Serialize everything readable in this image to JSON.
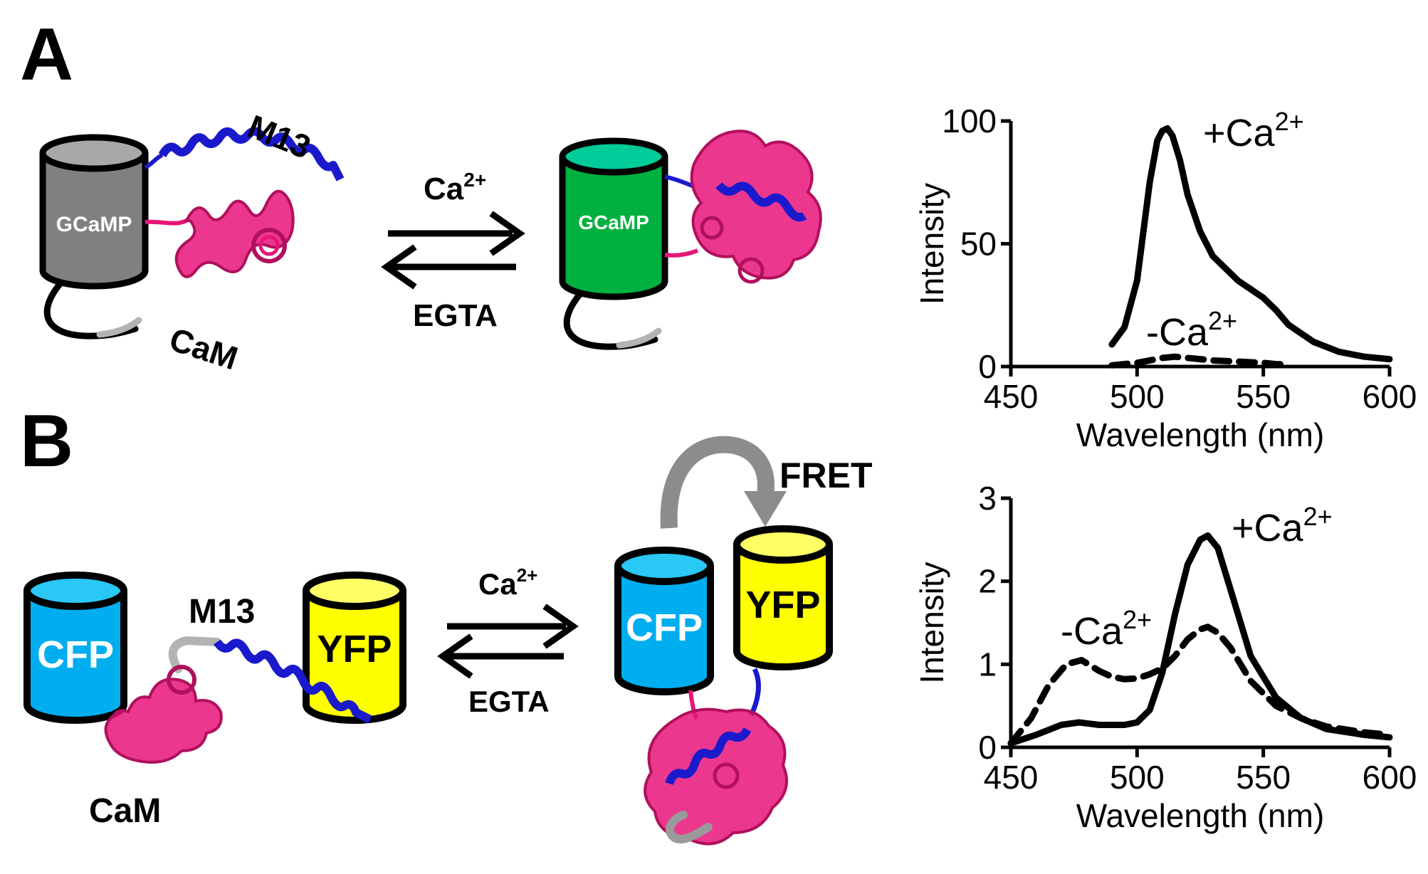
{
  "panels": {
    "A": {
      "letter": "A",
      "sensor_label": "GCaMP",
      "m13_label": "M13",
      "cam_label": "CaM",
      "forward_ion": "Ca",
      "forward_sup": "2+",
      "reverse_label": "EGTA"
    },
    "B": {
      "letter": "B",
      "donor_label": "CFP",
      "acceptor_label": "YFP",
      "m13_label": "M13",
      "cam_label": "CaM",
      "forward_ion": "Ca",
      "forward_sup": "2+",
      "reverse_label": "EGTA",
      "fret_label": "FRET"
    }
  },
  "colors": {
    "black": "#000000",
    "grey_barrel": "#808080",
    "grey_top": "#a8a8a8",
    "green_barrel": "#00b140",
    "green_top": "#00cc99",
    "cyan_barrel": "#00aeef",
    "cyan_top": "#29c8f5",
    "yellow_barrel": "#ffff00",
    "yellow_top": "#ffff66",
    "cam_pink": "#e8157a",
    "m13_blue": "#1a1acc",
    "linker_grey": "#b3b3b3",
    "fret_arrow": "#8c8c8c"
  },
  "chart_data": [
    {
      "type": "line",
      "xlabel": "Wavelength (nm)",
      "ylabel": "Intensity",
      "xlim": [
        450,
        600
      ],
      "ylim": [
        0,
        100
      ],
      "xticks": [
        450,
        500,
        550,
        600
      ],
      "yticks": [
        0,
        50,
        100
      ],
      "grid": false,
      "series": [
        {
          "name": "+Ca",
          "name_sup": "2+",
          "style": "solid",
          "x": [
            490,
            495,
            500,
            505,
            508,
            510,
            512,
            514,
            517,
            520,
            525,
            530,
            540,
            550,
            555,
            560,
            570,
            580,
            590,
            600
          ],
          "y": [
            9,
            16,
            35,
            75,
            92,
            96,
            97,
            94,
            84,
            70,
            55,
            45,
            35,
            28,
            23,
            17,
            10,
            6,
            4,
            3
          ]
        },
        {
          "name": "-Ca",
          "name_sup": "2+",
          "style": "dashed",
          "x": [
            490,
            500,
            505,
            510,
            515,
            520,
            525,
            530,
            540,
            550,
            555,
            560
          ],
          "y": [
            0.5,
            1.5,
            2.5,
            3.5,
            4,
            3.5,
            3,
            2.5,
            2,
            1.5,
            1,
            0.8
          ]
        }
      ]
    },
    {
      "type": "line",
      "xlabel": "Wavelength (nm)",
      "ylabel": "Intensity",
      "xlim": [
        450,
        600
      ],
      "ylim": [
        0,
        3
      ],
      "xticks": [
        450,
        500,
        550,
        600
      ],
      "yticks": [
        0,
        1,
        2,
        3
      ],
      "grid": false,
      "series": [
        {
          "name": "+Ca",
          "name_sup": "2+",
          "style": "solid",
          "x": [
            450,
            460,
            470,
            477,
            485,
            495,
            500,
            505,
            510,
            515,
            520,
            525,
            528,
            532,
            537,
            545,
            555,
            565,
            575,
            590,
            600
          ],
          "y": [
            0.05,
            0.15,
            0.27,
            0.3,
            0.27,
            0.27,
            0.3,
            0.45,
            0.9,
            1.6,
            2.2,
            2.5,
            2.55,
            2.4,
            1.9,
            1.1,
            0.6,
            0.35,
            0.22,
            0.15,
            0.12
          ]
        },
        {
          "name": "-Ca",
          "name_sup": "2+",
          "style": "dashed",
          "x": [
            450,
            458,
            465,
            472,
            478,
            485,
            490,
            495,
            500,
            505,
            510,
            515,
            520,
            525,
            528,
            532,
            537,
            545,
            555,
            565,
            575,
            590,
            600
          ],
          "y": [
            0.05,
            0.35,
            0.75,
            1.0,
            1.05,
            0.92,
            0.85,
            0.82,
            0.83,
            0.88,
            0.95,
            1.1,
            1.3,
            1.42,
            1.45,
            1.38,
            1.2,
            0.8,
            0.5,
            0.35,
            0.25,
            0.18,
            0.15
          ]
        }
      ]
    }
  ]
}
